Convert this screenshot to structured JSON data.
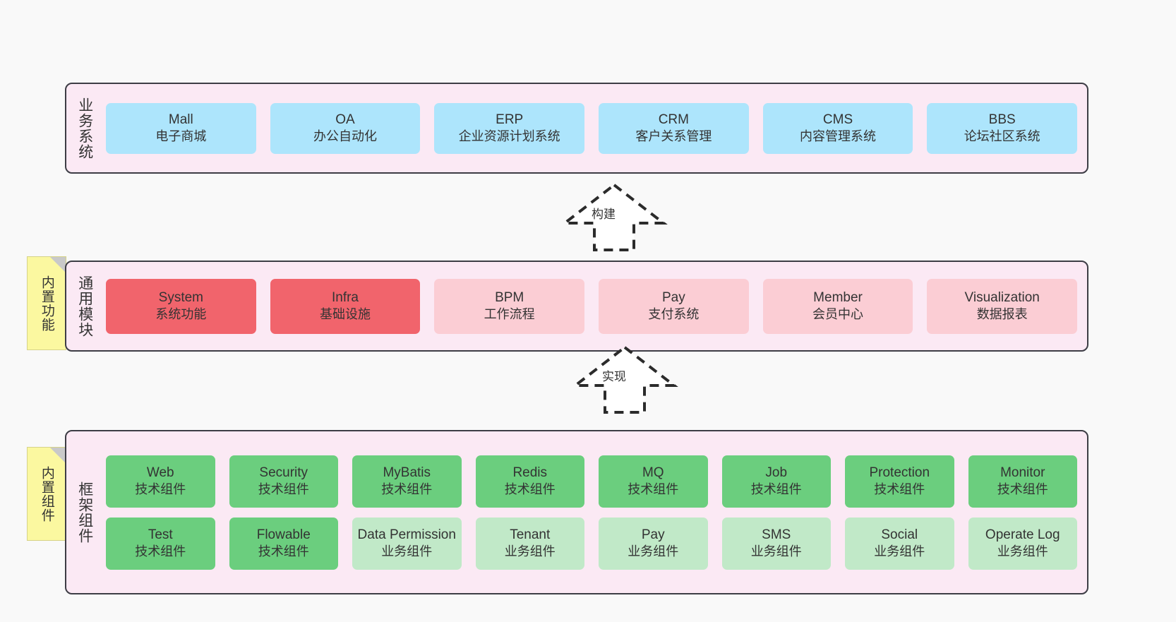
{
  "diagram": {
    "background_color": "#f9f9f9",
    "panel_color": "#fbe9f4",
    "panel_border_color": "#3d3d45"
  },
  "layers": [
    {
      "id": "business-systems",
      "title": "业务系统",
      "note": null,
      "rows": [
        {
          "cards": [
            {
              "name": "mall",
              "title": "Mall",
              "subtitle": "电子商城",
              "color": "#ade5fc",
              "style": "blue"
            },
            {
              "name": "oa",
              "title": "OA",
              "subtitle": "办公自动化",
              "color": "#ade5fc",
              "style": "blue"
            },
            {
              "name": "erp",
              "title": "ERP",
              "subtitle": "企业资源计划系统",
              "color": "#ade5fc",
              "style": "blue"
            },
            {
              "name": "crm",
              "title": "CRM",
              "subtitle": "客户关系管理",
              "color": "#ade5fc",
              "style": "blue"
            },
            {
              "name": "cms",
              "title": "CMS",
              "subtitle": "内容管理系统",
              "color": "#ade5fc",
              "style": "blue"
            },
            {
              "name": "bbs",
              "title": "BBS",
              "subtitle": "论坛社区系统",
              "color": "#ade5fc",
              "style": "blue"
            }
          ]
        }
      ]
    },
    {
      "id": "common-modules",
      "title": "通用模块",
      "note": "内置功能",
      "rows": [
        {
          "cards": [
            {
              "name": "system",
              "title": "System",
              "subtitle": "系统功能",
              "color": "#f1646c",
              "style": "red"
            },
            {
              "name": "infra",
              "title": "Infra",
              "subtitle": "基础设施",
              "color": "#f1646c",
              "style": "red"
            },
            {
              "name": "bpm",
              "title": "BPM",
              "subtitle": "工作流程",
              "color": "#fbcdd4",
              "style": "pink"
            },
            {
              "name": "pay",
              "title": "Pay",
              "subtitle": "支付系统",
              "color": "#fbcdd4",
              "style": "pink"
            },
            {
              "name": "member",
              "title": "Member",
              "subtitle": "会员中心",
              "color": "#fbcdd4",
              "style": "pink"
            },
            {
              "name": "visualization",
              "title": "Visualization",
              "subtitle": "数据报表",
              "color": "#fbcdd4",
              "style": "pink"
            }
          ]
        }
      ]
    },
    {
      "id": "framework-components",
      "title": "框架组件",
      "note": "内置组件",
      "rows": [
        {
          "cards": [
            {
              "name": "web",
              "title": "Web",
              "subtitle": "技术组件",
              "color": "#6bce7e",
              "style": "green"
            },
            {
              "name": "security",
              "title": "Security",
              "subtitle": "技术组件",
              "color": "#6bce7e",
              "style": "green"
            },
            {
              "name": "mybatis",
              "title": "MyBatis",
              "subtitle": "技术组件",
              "color": "#6bce7e",
              "style": "green"
            },
            {
              "name": "redis",
              "title": "Redis",
              "subtitle": "技术组件",
              "color": "#6bce7e",
              "style": "green"
            },
            {
              "name": "mq",
              "title": "MQ",
              "subtitle": "技术组件",
              "color": "#6bce7e",
              "style": "green"
            },
            {
              "name": "job",
              "title": "Job",
              "subtitle": "技术组件",
              "color": "#6bce7e",
              "style": "green"
            },
            {
              "name": "protection",
              "title": "Protection",
              "subtitle": "技术组件",
              "color": "#6bce7e",
              "style": "green"
            },
            {
              "name": "monitor",
              "title": "Monitor",
              "subtitle": "技术组件",
              "color": "#6bce7e",
              "style": "green"
            }
          ]
        },
        {
          "cards": [
            {
              "name": "test",
              "title": "Test",
              "subtitle": "技术组件",
              "color": "#6bce7e",
              "style": "green"
            },
            {
              "name": "flowable",
              "title": "Flowable",
              "subtitle": "技术组件",
              "color": "#6bce7e",
              "style": "green"
            },
            {
              "name": "data-permission",
              "title": "Data Permission",
              "subtitle": "业务组件",
              "color": "#c1e9c8",
              "style": "lgreen"
            },
            {
              "name": "tenant",
              "title": "Tenant",
              "subtitle": "业务组件",
              "color": "#c1e9c8",
              "style": "lgreen"
            },
            {
              "name": "pay-component",
              "title": "Pay",
              "subtitle": "业务组件",
              "color": "#c1e9c8",
              "style": "lgreen"
            },
            {
              "name": "sms",
              "title": "SMS",
              "subtitle": "业务组件",
              "color": "#c1e9c8",
              "style": "lgreen"
            },
            {
              "name": "social",
              "title": "Social",
              "subtitle": "业务组件",
              "color": "#c1e9c8",
              "style": "lgreen"
            },
            {
              "name": "operate-log",
              "title": "Operate Log",
              "subtitle": "业务组件",
              "color": "#c1e9c8",
              "style": "lgreen"
            }
          ]
        }
      ]
    }
  ],
  "connectors": [
    {
      "id": "build",
      "label": "构建",
      "from": "common-modules",
      "to": "business-systems",
      "style": "dashed-hollow-arrow-up"
    },
    {
      "id": "implement",
      "label": "实现",
      "from": "framework-components",
      "to": "common-modules",
      "style": "dashed-hollow-arrow-up"
    }
  ]
}
